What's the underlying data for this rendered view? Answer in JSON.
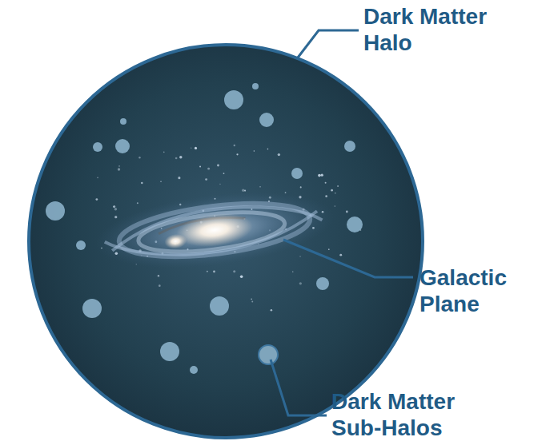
{
  "diagram": {
    "labels": [
      "Dark Matter Halo",
      "Galactic Plane",
      "Dark Matter Sub-Halos"
    ]
  }
}
